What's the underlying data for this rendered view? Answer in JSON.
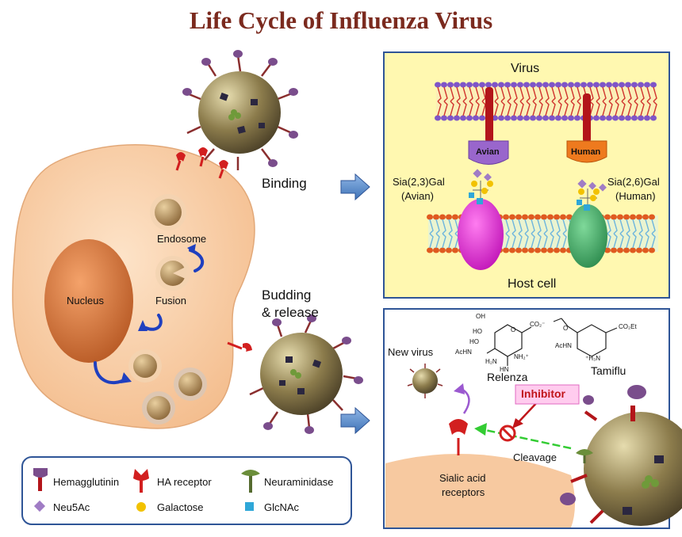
{
  "title": "Life Cycle of Influenza Virus",
  "cell": {
    "nucleus": "Nucleus",
    "endosome": "Endosome",
    "fusion": "Fusion",
    "binding": "Binding",
    "budding_line1": "Budding",
    "budding_line2": "& release"
  },
  "top_panel": {
    "virus": "Virus",
    "host_cell": "Host cell",
    "avian": "Avian",
    "human": "Human",
    "left_label_line1": "Sia(2,3)Gal",
    "left_label_line2": "(Avian)",
    "right_label_line1": "Sia(2,6)Gal",
    "right_label_line2": "(Human)"
  },
  "bottom_panel": {
    "new_virus": "New virus",
    "relenza": "Relenza",
    "tamiflu": "Tamiflu",
    "inhibitor": "Inhibitor",
    "cleavage": "Cleavage",
    "sialic_line1": "Sialic acid",
    "sialic_line2": "receptors",
    "chem_co2": "CO₂⁻",
    "chem_co2et": "CO₂Et",
    "chem_oh": "OH",
    "chem_ho": "HO",
    "chem_ho2": "HO",
    "chem_acnh": "AcHN",
    "chem_acnh2": "AcHN",
    "chem_hn": "HN",
    "chem_nh2plus": "NH₂⁺",
    "chem_h2n": "H₂N",
    "chem_h3n": "⁺H₃N",
    "chem_o": "O",
    "chem_o2": "O"
  },
  "legend": {
    "items": [
      {
        "label": "Hemagglutinin",
        "icon": "hemagglutinin-icon"
      },
      {
        "label": "HA receptor",
        "icon": "ha-receptor-icon"
      },
      {
        "label": "Neuraminidase",
        "icon": "neuraminidase-icon"
      },
      {
        "label": "Neu5Ac",
        "icon": "neu5ac-icon"
      },
      {
        "label": "Galactose",
        "icon": "galactose-icon"
      },
      {
        "label": "GlcNAc",
        "icon": "glcnac-icon"
      }
    ]
  },
  "colors": {
    "title": "#7b2a1e",
    "cell": "#f7c9a0",
    "nucleus": "#d6773d",
    "virus": "#8a7a4a",
    "panel_bg": "#fff8b0",
    "panel_border": "#2f5597",
    "arrow": "#4a7fc1",
    "hemagglutinin": "#7a4d8c",
    "receptor": "#d21f1f",
    "avian": "#9966cc",
    "human": "#ee7a1e",
    "neu5ac": "#a07cc5",
    "galactose": "#f2c200",
    "glcnac": "#2fa7d8"
  }
}
